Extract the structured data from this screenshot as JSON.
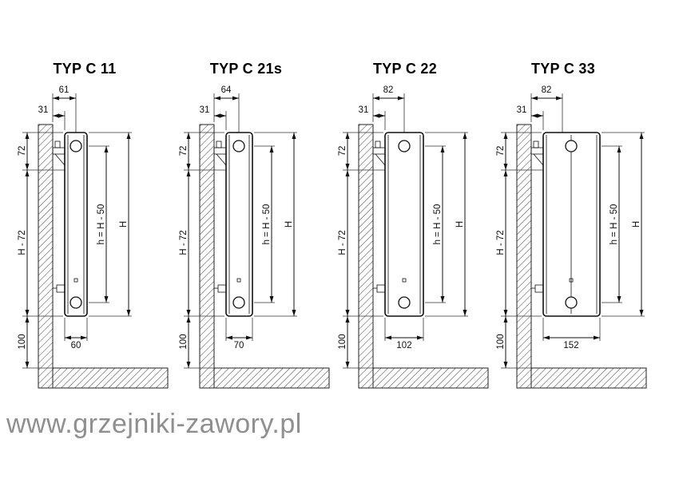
{
  "watermark": "www.grzejniki-zawory.pl",
  "panels": [
    {
      "title": "TYP C 11",
      "top_width": "61",
      "wall_offset": "31",
      "top_height": "72",
      "left_height": "H - 72",
      "bottom_clearance": "100",
      "pipe_spacing": "h = H - 50",
      "total_height": "H",
      "bottom_width": "60"
    },
    {
      "title": "TYP C 21s",
      "top_width": "64",
      "wall_offset": "31",
      "top_height": "72",
      "left_height": "H - 72",
      "bottom_clearance": "100",
      "pipe_spacing": "h = H - 50",
      "total_height": "H",
      "bottom_width": "70"
    },
    {
      "title": "TYP C 22",
      "top_width": "82",
      "wall_offset": "31",
      "top_height": "72",
      "left_height": "H - 72",
      "bottom_clearance": "100",
      "pipe_spacing": "h = H - 50",
      "total_height": "H",
      "bottom_width": "102"
    },
    {
      "title": "TYP C 33",
      "top_width": "82",
      "wall_offset": "31",
      "top_height": "72",
      "left_height": "H - 72",
      "bottom_clearance": "100",
      "pipe_spacing": "h = H - 50",
      "total_height": "H",
      "bottom_width": "152"
    }
  ]
}
